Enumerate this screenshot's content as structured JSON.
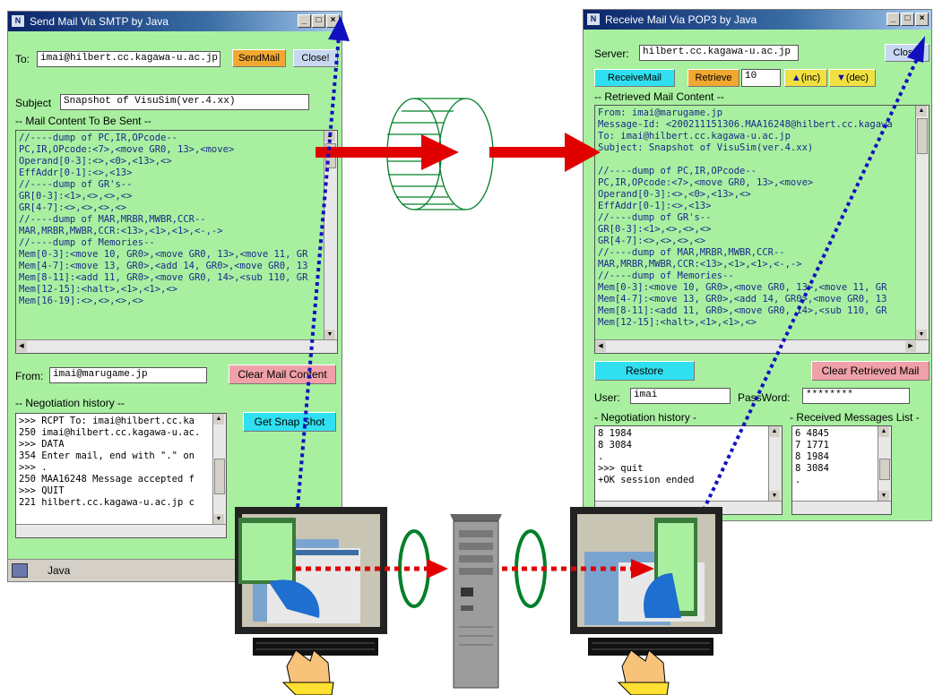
{
  "send_window": {
    "title": "Send Mail Via SMTP by Java",
    "to_label": "To:",
    "to_value": "imai@hilbert.cc.kagawa-u.ac.jp",
    "sendmail_label": "SendMail",
    "close_label": "Close!",
    "subject_label": "Subject",
    "subject_value": "Snapshot of VisuSim(ver.4.xx)",
    "content_header": "-- Mail Content To Be Sent --",
    "content_lines": "//----dump of PC,IR,OPcode--\nPC,IR,OPcode:<7>,<move GR0, 13>,<move>\nOperand[0-3]:<>,<0>,<13>,<>\nEffAddr[0-1]:<>,<13>\n//----dump of GR's--\nGR[0-3]:<1>,<>,<>,<>\nGR[4-7]:<>,<>,<>,<>\n//----dump of MAR,MRBR,MWBR,CCR--\nMAR,MRBR,MWBR,CCR:<13>,<1>,<1>,<-,->\n//----dump of Memories--\nMem[0-3]:<move 10, GR0>,<move GR0, 13>,<move 11, GR\nMem[4-7]:<move 13, GR0>,<add 14, GR0>,<move GR0, 13\nMem[8-11]:<add 11, GR0>,<move GR0, 14>,<sub 110, GR\nMem[12-15]:<halt>,<1>,<1>,<>\nMem[16-19]:<>,<>,<>,<>",
    "from_label": "From:",
    "from_value": "imai@marugame.jp",
    "clear_label": "Clear Mail Content",
    "negotiation_header": "-- Negotiation history --",
    "negotiation_lines": ">>> RCPT To: imai@hilbert.cc.ka\n250 imai@hilbert.cc.kagawa-u.ac.\n>>> DATA\n354 Enter mail, end with \".\" on\n>>> .\n250 MAA16248 Message accepted f\n>>> QUIT\n221 hilbert.cc.kagawa-u.ac.jp c",
    "snapshot_label": "Get Snap Shot",
    "status_text": "Java"
  },
  "receive_window": {
    "title": "Receive Mail Via POP3 by Java",
    "server_label": "Server:",
    "server_value": "hilbert.cc.kagawa-u.ac.jp",
    "close_label": "Close!",
    "receive_label": "ReceiveMail",
    "retrieve_label": "Retrieve",
    "retrieve_value": "10",
    "inc_label": "(inc)",
    "dec_label": "(dec)",
    "content_header": "-- Retrieved Mail Content --",
    "content_lines": "From: imai@marugame.jp\nMessage-Id: <200211151306.MAA16248@hilbert.cc.kagawa\nTo: imai@hilbert.cc.kagawa-u.ac.jp\nSubject: Snapshot of VisuSim(ver.4.xx)\n\n//----dump of PC,IR,OPcode--\nPC,IR,OPcode:<7>,<move GR0, 13>,<move>\nOperand[0-3]:<>,<0>,<13>,<>\nEffAddr[0-1]:<>,<13>\n//----dump of GR's--\nGR[0-3]:<1>,<>,<>,<>\nGR[4-7]:<>,<>,<>,<>\n//----dump of MAR,MRBR,MWBR,CCR--\nMAR,MRBR,MWBR,CCR:<13>,<1>,<1>,<-,->\n//----dump of Memories--\nMem[0-3]:<move 10, GR0>,<move GR0, 13>,<move 11, GR\nMem[4-7]:<move 13, GR0>,<add 14, GR0>,<move GR0, 13\nMem[8-11]:<add 11, GR0>,<move GR0, 14>,<sub 110, GR\nMem[12-15]:<halt>,<1>,<1>,<>",
    "restore_label": "Restore",
    "clear_label": "Clear Retrieved Mail",
    "user_label": "User:",
    "user_value": "imai",
    "password_label": "PassWord:",
    "password_value": "********",
    "negotiation_header": "- Negotiation history -",
    "negotiation_lines": "8 1984\n8 3084\n.\n>>> quit\n+OK session ended",
    "received_header": "- Received Messages List -",
    "received_lines": "6 4845\n7 1771\n8 1984\n8 3084\n."
  },
  "colors": {
    "window_bg": "#a8f0a0",
    "arrow_red": "#e00000",
    "dotted_blue": "#1010c0",
    "ring_green": "#00802a",
    "button_orange": "#f0a830",
    "button_cyan": "#30e0f0",
    "button_pink": "#f0a0a8",
    "button_yellow": "#f0e040"
  }
}
